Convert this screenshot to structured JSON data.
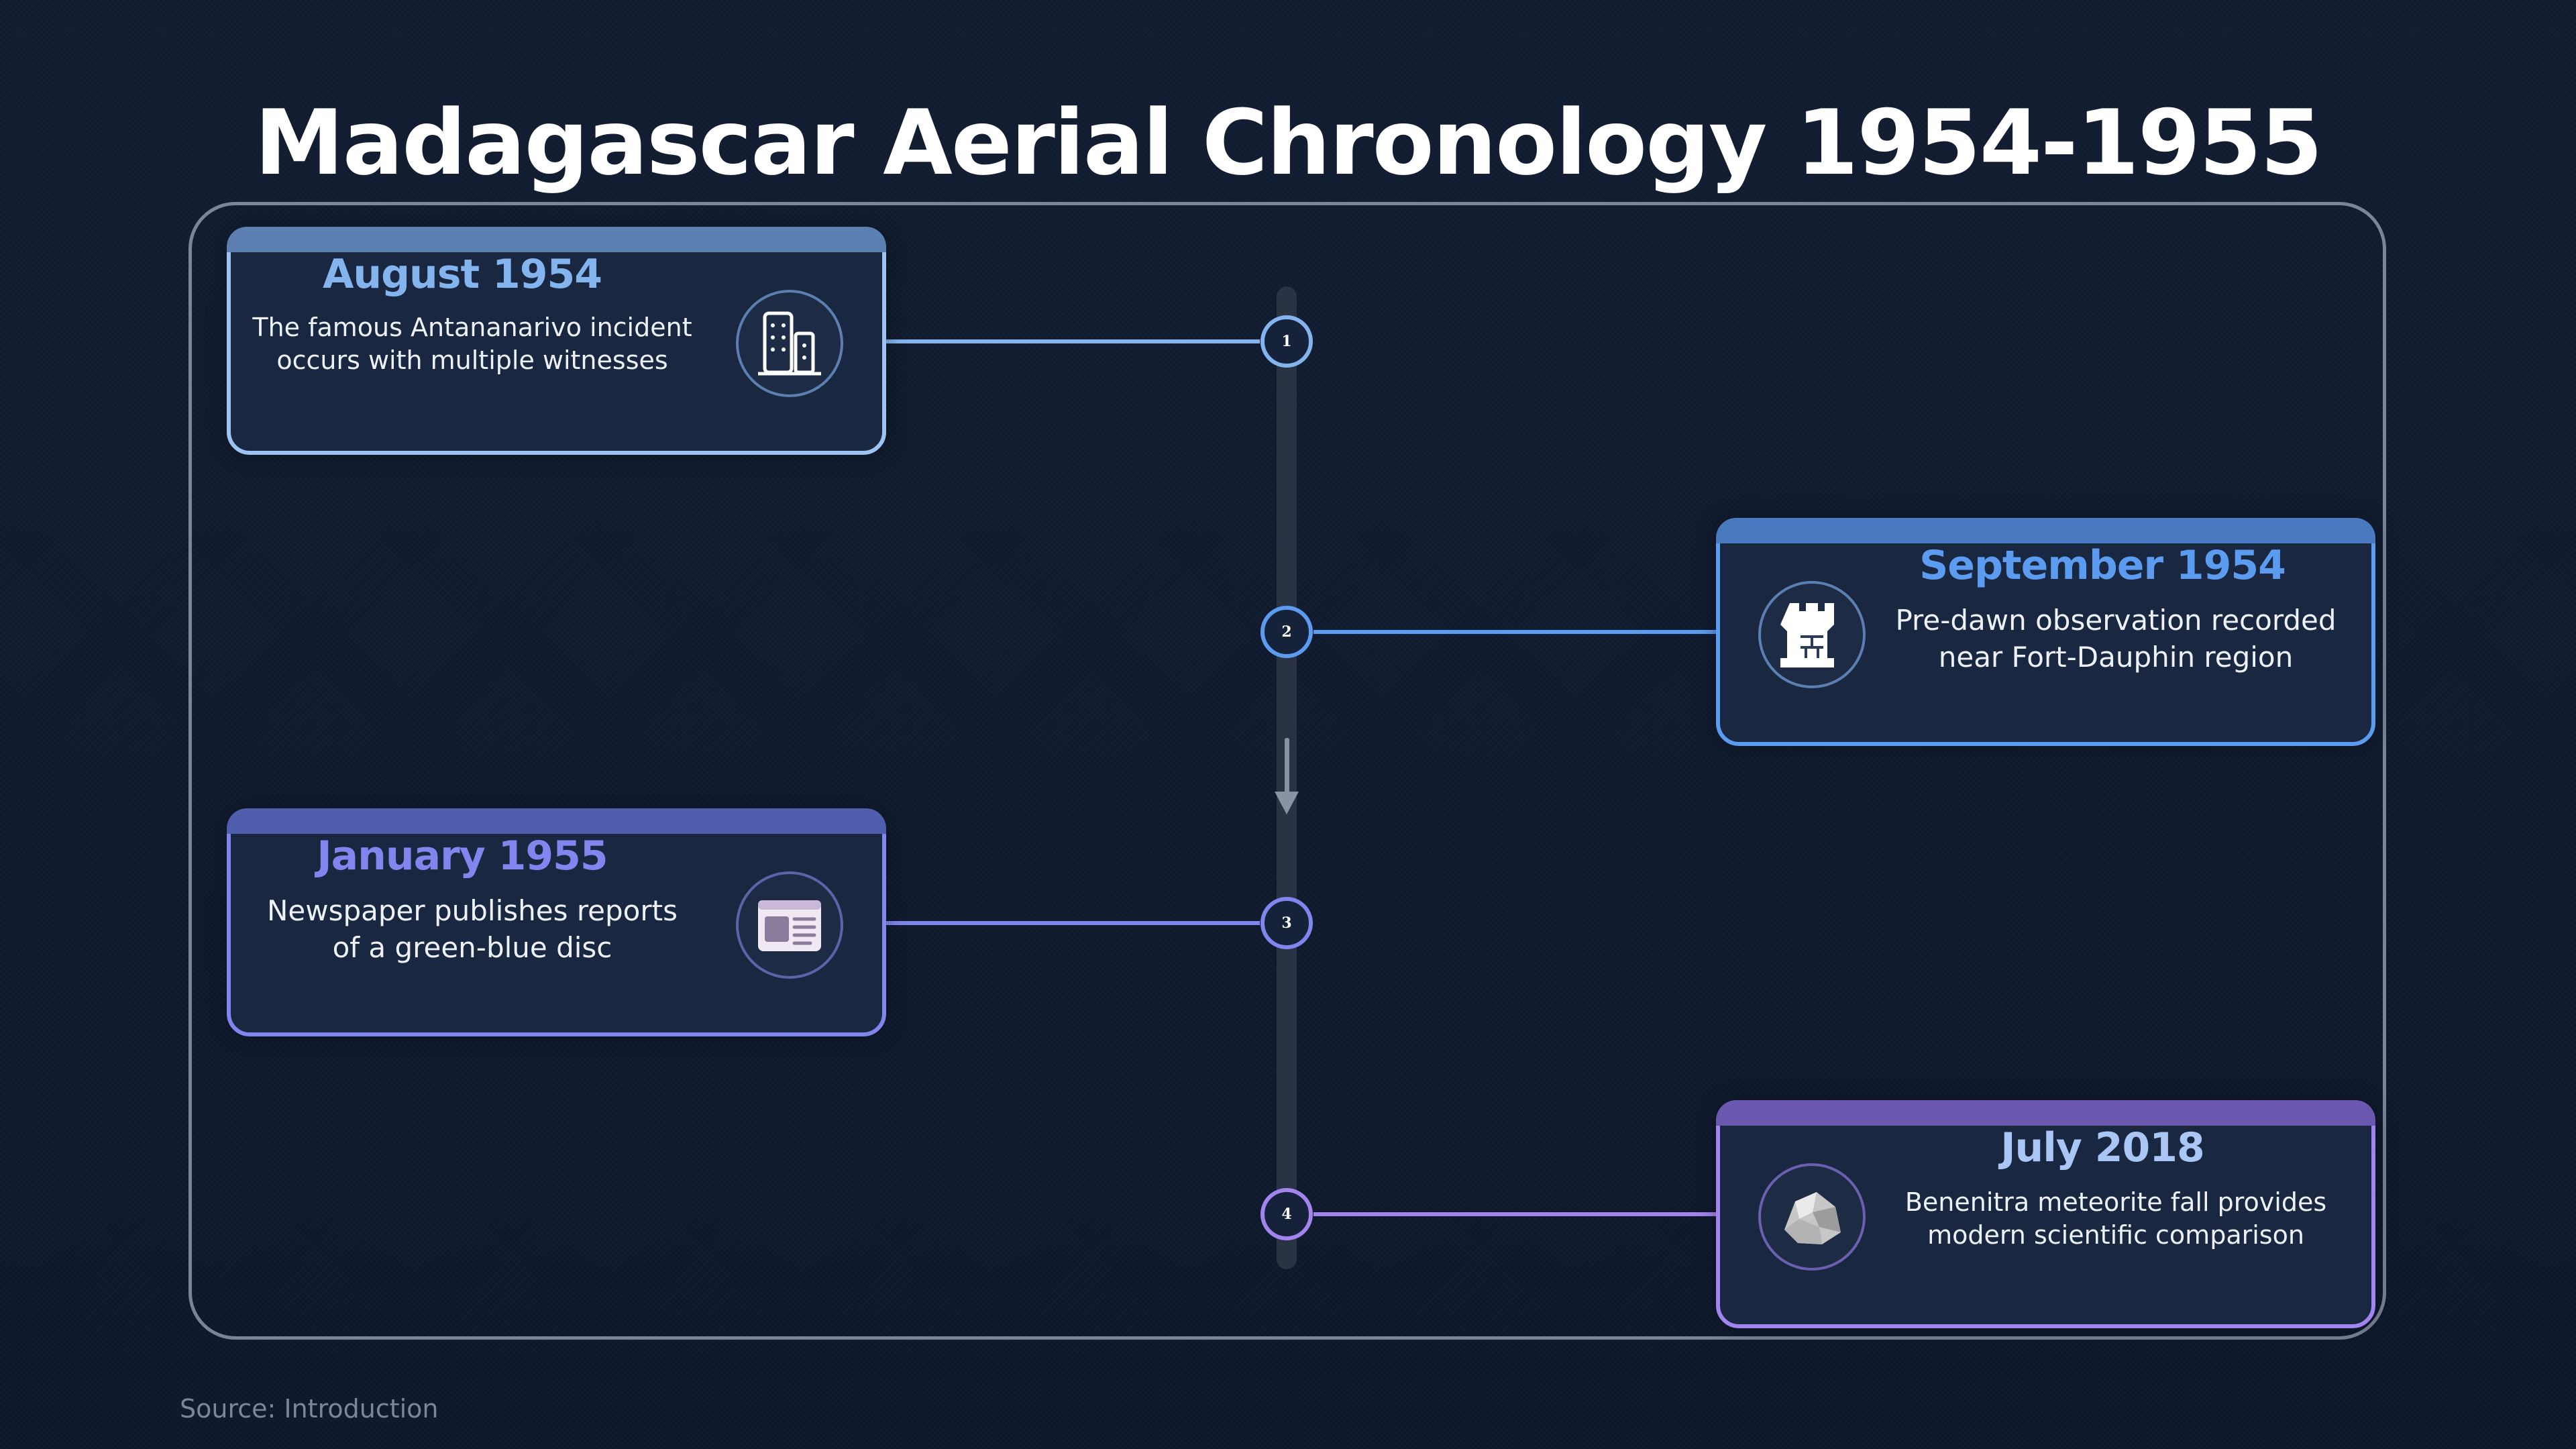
{
  "title": "Madagascar Aerial Chronology 1954-1955",
  "source": "Source: Introduction",
  "colors": {
    "accent_light_blue": "#84b4ee",
    "accent_blue": "#5b9cf0",
    "accent_indigo": "#8086ee",
    "accent_purple": "#a184ee"
  },
  "events": [
    {
      "number": "1",
      "date": "August 1954",
      "line1": "The famous Antananarivo incident",
      "line2": "occurs with multiple witnesses",
      "icon": "building-icon"
    },
    {
      "number": "2",
      "date": "September 1954",
      "line1": "Pre-dawn observation recorded",
      "line2": "near Fort-Dauphin region",
      "icon": "tower-icon"
    },
    {
      "number": "3",
      "date": "January 1955",
      "line1": "Newspaper publishes reports",
      "line2": "of a green-blue disc",
      "icon": "newspaper-icon"
    },
    {
      "number": "4",
      "date": "July 2018",
      "line1": "Benenitra meteorite fall provides",
      "line2": "modern scientific comparison",
      "icon": "rock-icon"
    }
  ]
}
